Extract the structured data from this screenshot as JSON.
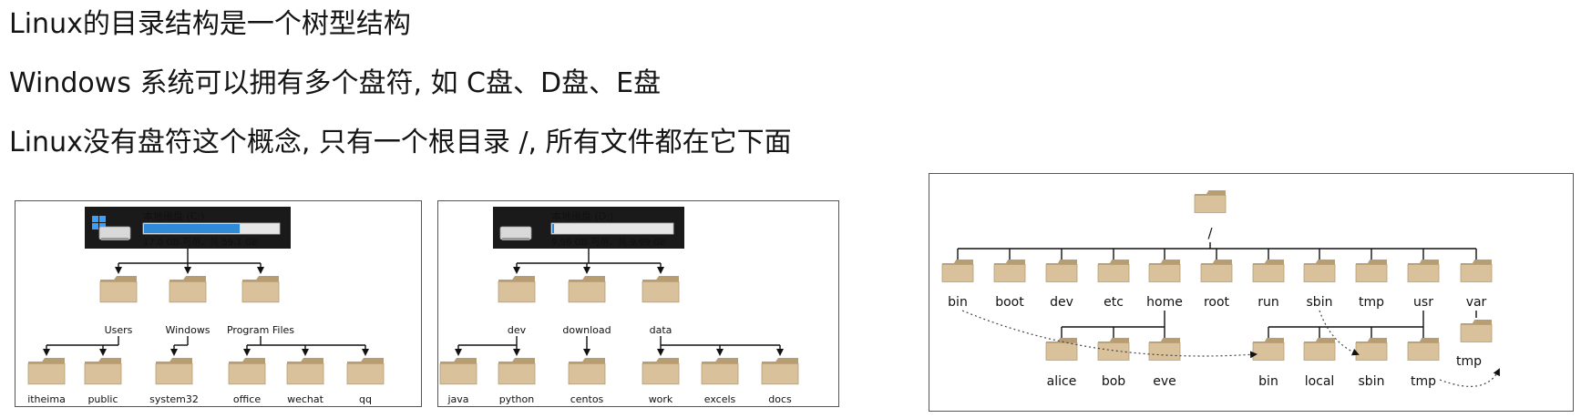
{
  "headings": [
    "Linux的目录结构是一个树型结构",
    "Windows 系统可以拥有多个盘符, 如 C盘、D盘、E盘",
    "Linux没有盘符这个概念, 只有一个根目录 /, 所有文件都在它下面"
  ],
  "drive_c": {
    "name": "本地磁盘 (C:)",
    "space": "17.0 GB 可用，共 59.1 GB",
    "usage_fraction": 0.71,
    "level1": [
      "Users",
      "Windows",
      "Program Files"
    ],
    "level2": [
      "itheima",
      "public",
      "system32",
      "office",
      "wechat",
      "qq"
    ]
  },
  "drive_d": {
    "name": "本地磁盘 (D:)",
    "space": "9.96 GB 可用，共 9.99 GB",
    "usage_fraction": 0.01,
    "level1": [
      "dev",
      "download",
      "data"
    ],
    "level2": [
      "java",
      "python",
      "centos",
      "work",
      "excels",
      "docs"
    ]
  },
  "linux": {
    "root": "/",
    "top": [
      "bin",
      "boot",
      "dev",
      "etc",
      "home",
      "root",
      "run",
      "sbin",
      "tmp",
      "usr",
      "var"
    ],
    "home_children": [
      "alice",
      "bob",
      "eve"
    ],
    "usr_children": [
      "bin",
      "local",
      "sbin",
      "tmp"
    ],
    "var_children": [
      "tmp"
    ]
  },
  "colors": {
    "folder": "#d8c19b",
    "folder_dark": "#b89d72",
    "drive_bar": "#2f8ad8",
    "drive_header_bg": "#1a1a1a"
  }
}
